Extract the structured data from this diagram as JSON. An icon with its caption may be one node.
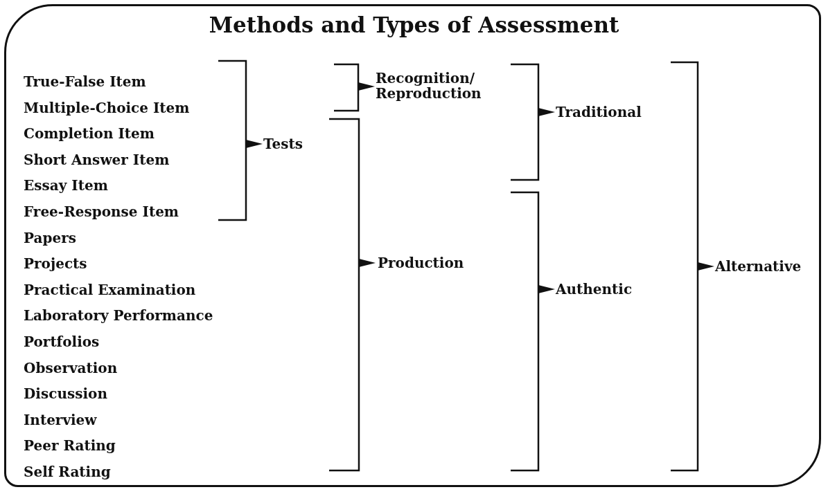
{
  "diagram": {
    "title": "Methods and Types of Assessment",
    "labels": [
      "True-False Item",
      "Multiple-Choice Item",
      "Completion Item",
      "Short Answer Item",
      "Essay Item",
      "Free-Response Item",
      "Papers",
      "Projects",
      "Practical Examination",
      "Laboratory Performance",
      "Portfolios",
      "Observation",
      "Discussion",
      "Interview",
      "Peer Rating",
      "Self Rating",
      "Tests",
      "Recognition/ Reproduction",
      "Production",
      "Traditional",
      "Authentic",
      "Alternative"
    ]
  }
}
